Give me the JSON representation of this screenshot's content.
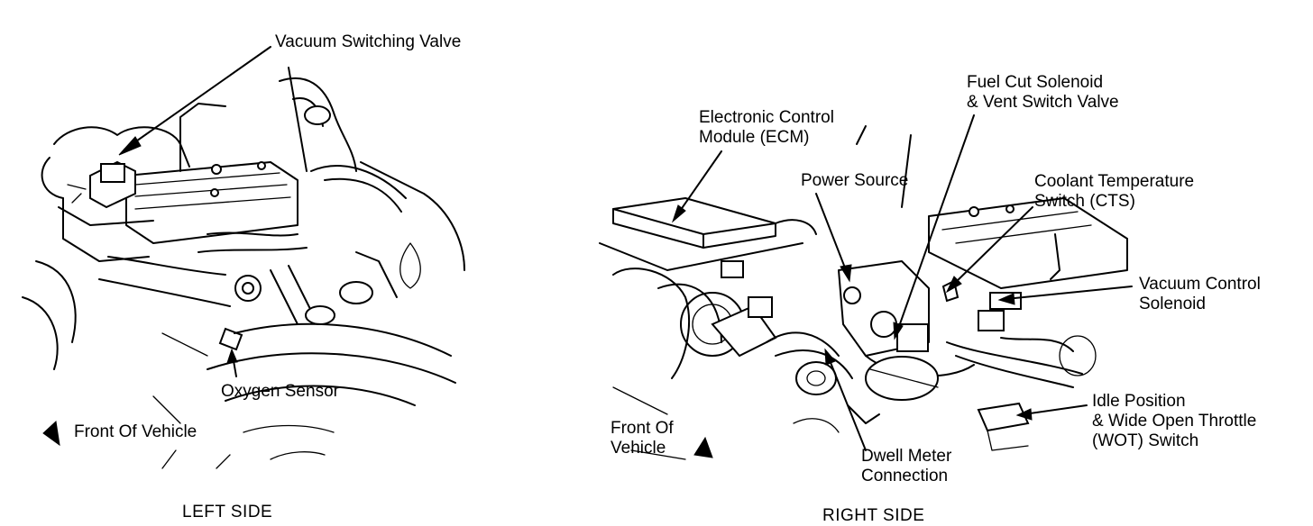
{
  "left_panel": {
    "caption": "LEFT SIDE",
    "labels": {
      "vacuum_switching_valve": "Vacuum Switching Valve",
      "oxygen_sensor": "Oxygen Sensor",
      "front_of_vehicle": "Front Of Vehicle"
    }
  },
  "right_panel": {
    "caption": "RIGHT SIDE",
    "labels": {
      "ecm_line1": "Electronic Control",
      "ecm_line2": "Module (ECM)",
      "power_source": "Power Source",
      "fuel_cut_line1": "Fuel Cut Solenoid",
      "fuel_cut_line2": "& Vent Switch Valve",
      "cts_line1": "Coolant Temperature",
      "cts_line2": "Switch (CTS)",
      "vcs_line1": "Vacuum Control",
      "vcs_line2": "Solenoid",
      "idle_line1": "Idle Position",
      "idle_line2": "& Wide Open Throttle",
      "idle_line3": "(WOT) Switch",
      "front_line1": "Front Of",
      "front_line2": "Vehicle",
      "dwell_line1": "Dwell Meter",
      "dwell_line2": "Connection"
    }
  },
  "icons": {
    "front_arrow_left": "front-direction-arrow-icon",
    "front_arrow_right": "front-direction-arrow-icon"
  }
}
